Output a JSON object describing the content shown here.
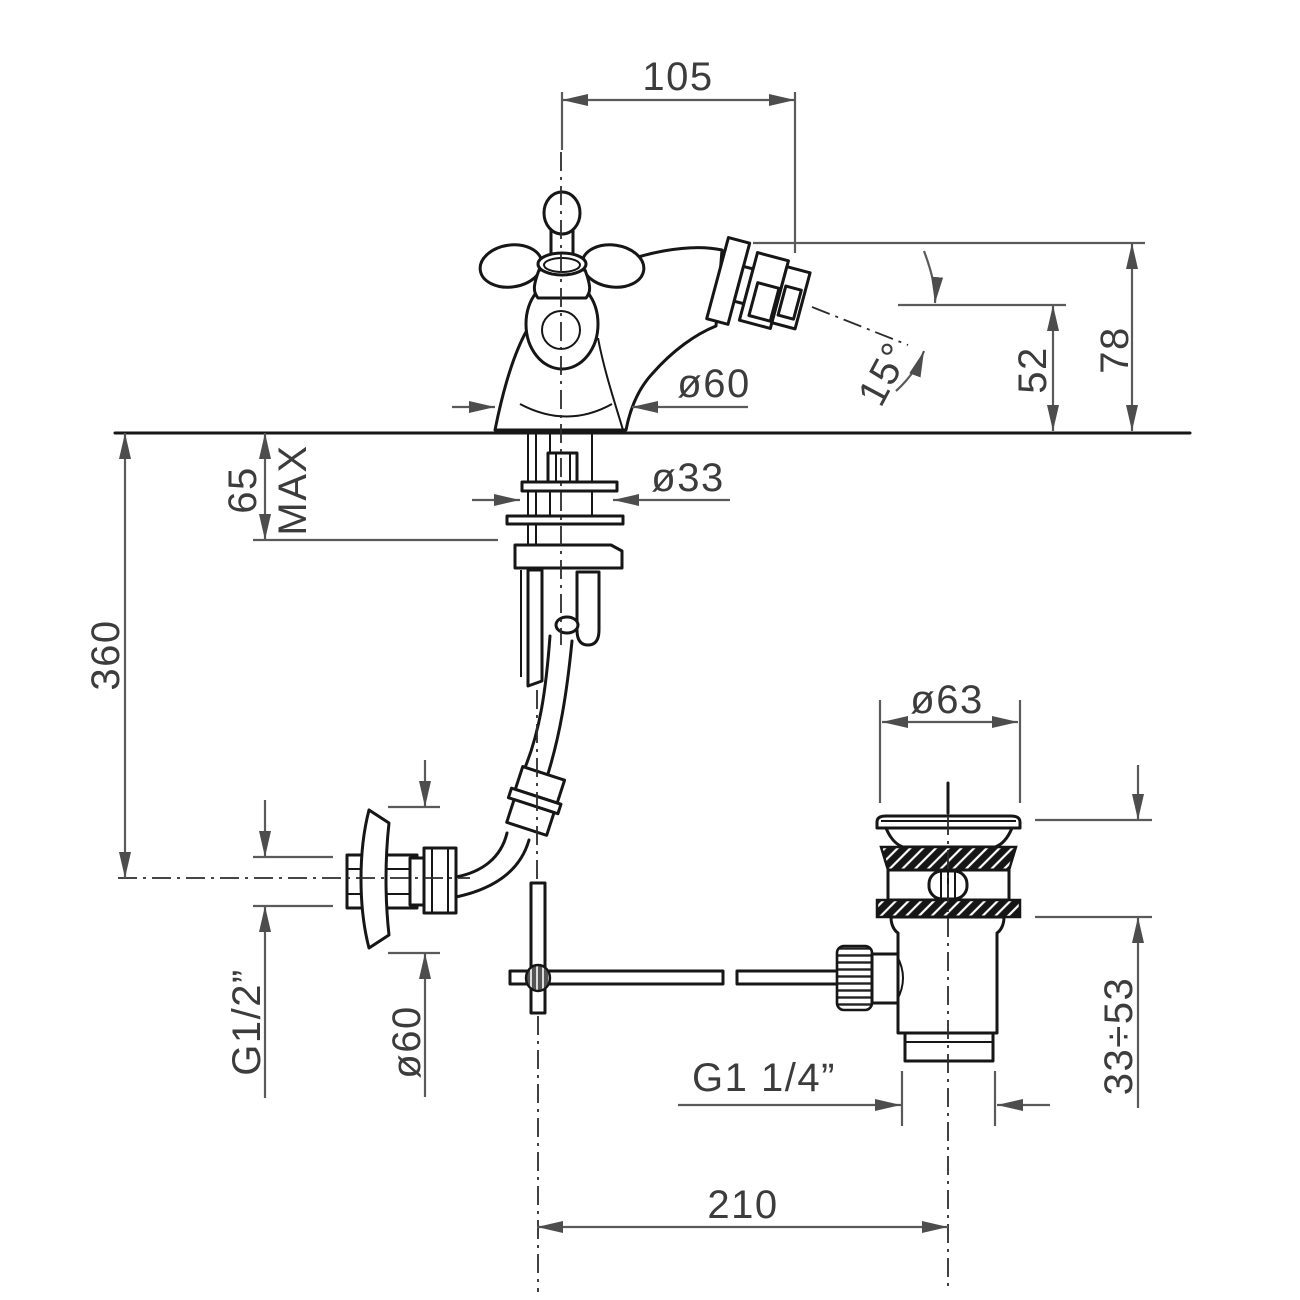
{
  "drawing": {
    "kind": "technical-dimension-drawing",
    "subject": "bidet pillar tap with pop-up waste",
    "units": "mm",
    "colors": {
      "background": "#ffffff",
      "object_line": "#161616",
      "dimension_line": "#5a5a5a",
      "text": "#3c3c3c"
    },
    "dims": {
      "spout_reach": "105",
      "height_above_deck": "78",
      "outlet_height": "52",
      "outlet_angle": "15°",
      "body_diameter": "ø60",
      "shank_diameter": "ø33",
      "deck_thickness": "65",
      "deck_thickness_note": "MAX",
      "supply_drop": "360",
      "supply_thread": "G1/2”",
      "wall_flange_diameter": "ø60",
      "waste_flange_diameter": "ø63",
      "waste_thread": "G1 1/4”",
      "clamping_range": "33÷53",
      "centre_distance": "210"
    }
  }
}
